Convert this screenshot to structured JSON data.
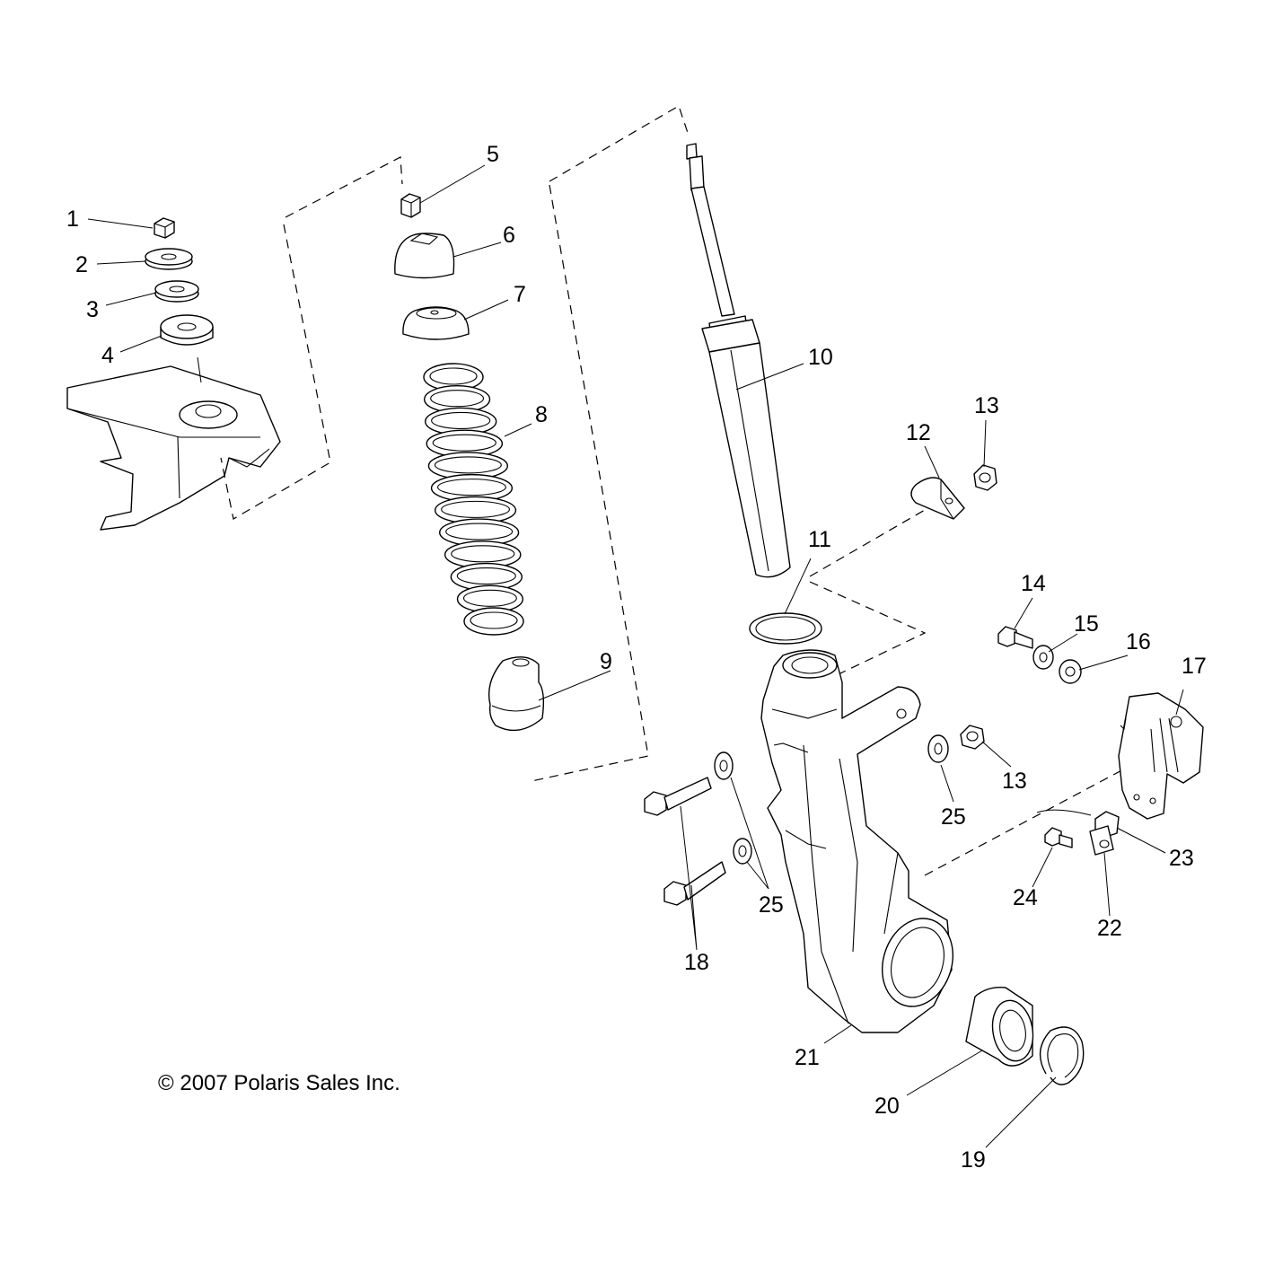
{
  "callouts": {
    "c1": "1",
    "c2": "2",
    "c3": "3",
    "c4": "4",
    "c5": "5",
    "c6": "6",
    "c7": "7",
    "c8": "8",
    "c9": "9",
    "c10": "10",
    "c11": "11",
    "c12": "12",
    "c13a": "13",
    "c13b": "13",
    "c14": "14",
    "c15": "15",
    "c16": "16",
    "c17": "17",
    "c18": "18",
    "c19": "19",
    "c20": "20",
    "c21": "21",
    "c22": "22",
    "c23": "23",
    "c24": "24",
    "c25a": "25",
    "c25b": "25"
  },
  "copyright": "© 2007 Polaris Sales Inc.",
  "colors": {
    "line": "#000000",
    "background": "#ffffff"
  }
}
